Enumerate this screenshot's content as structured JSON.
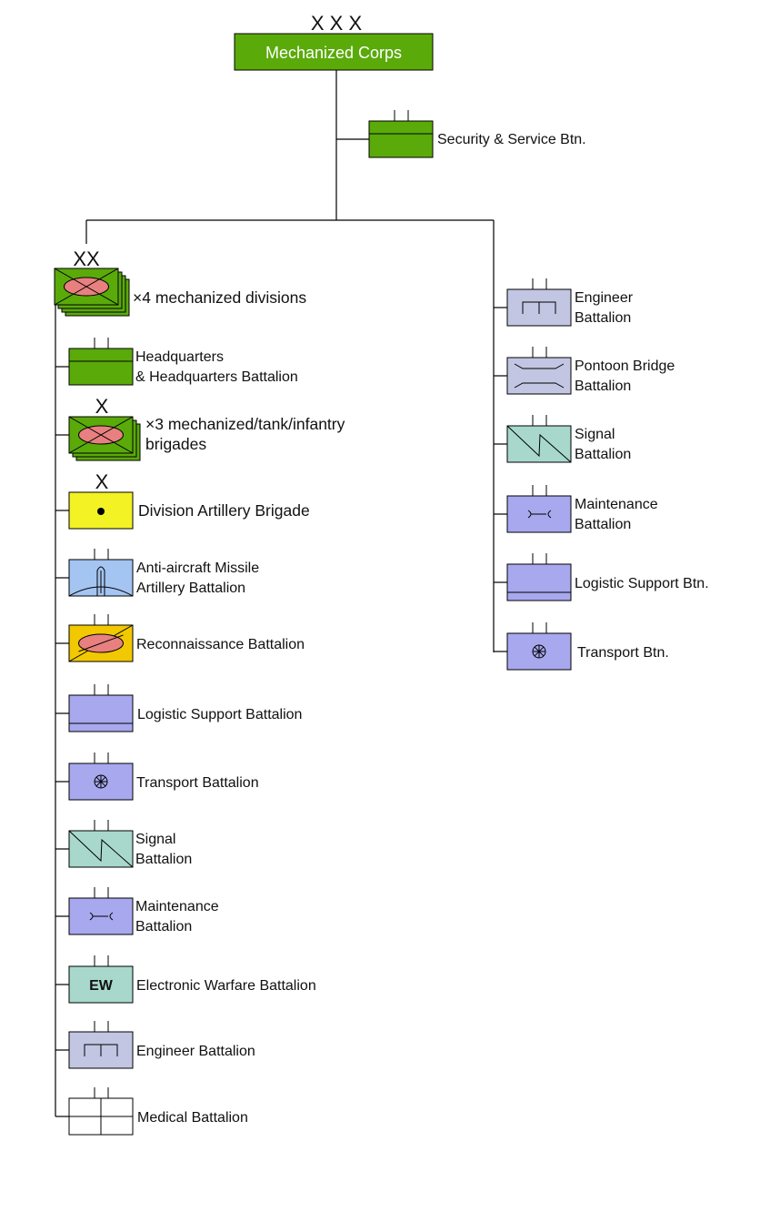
{
  "colors": {
    "infantry_green": "#5aaa0a",
    "logistics_lavender": "#a8a8ee",
    "engineer_grey_blue": "#c2c6e2",
    "signal_teal": "#a8d8cc",
    "artillery_yellow": "#f2f224",
    "air_defense_blue": "#a4c4f2",
    "recon_gold": "#f2c800",
    "armor_pink": "#e88080"
  },
  "corps": {
    "echelon": "X X X",
    "label": "Mechanized Corps"
  },
  "security": {
    "label": "Security & Service Btn.",
    "symbol": "headquarters"
  },
  "division": {
    "echelon": "XX",
    "label": "×4 mechanized divisions"
  },
  "left_units": [
    {
      "lines": [
        "Headquarters",
        "& Headquarters Battalion"
      ],
      "symbol": "headquarters"
    },
    {
      "echelon": "X",
      "lines": [
        "×3 mechanized/tank/infantry",
        "brigades"
      ],
      "symbol": "mech-brigade"
    },
    {
      "echelon": "X",
      "lines": [
        "Division Artillery Brigade"
      ],
      "symbol": "artillery"
    },
    {
      "lines": [
        "Anti-aircraft Missile",
        "Artillery Battalion"
      ],
      "symbol": "air-defense-missile"
    },
    {
      "lines": [
        "Reconnaissance Battalion"
      ],
      "symbol": "reconnaissance"
    },
    {
      "lines": [
        "Logistic Support Battalion"
      ],
      "symbol": "logistic"
    },
    {
      "lines": [
        "Transport Battalion"
      ],
      "symbol": "transport"
    },
    {
      "lines": [
        "Signal",
        "Battalion"
      ],
      "symbol": "signal"
    },
    {
      "lines": [
        "Maintenance",
        "Battalion"
      ],
      "symbol": "maintenance"
    },
    {
      "lines": [
        "Electronic Warfare Battalion"
      ],
      "symbol": "electronic-warfare",
      "symbol_text": "EW"
    },
    {
      "lines": [
        "Engineer  Battalion"
      ],
      "symbol": "engineer"
    },
    {
      "lines": [
        "Medical Battalion"
      ],
      "symbol": "medical"
    }
  ],
  "right_units": [
    {
      "lines": [
        "Engineer",
        "Battalion"
      ],
      "symbol": "engineer"
    },
    {
      "lines": [
        "Pontoon Bridge",
        "Battalion"
      ],
      "symbol": "pontoon-bridge"
    },
    {
      "lines": [
        "Signal",
        "Battalion"
      ],
      "symbol": "signal"
    },
    {
      "lines": [
        "Maintenance",
        "Battalion"
      ],
      "symbol": "maintenance"
    },
    {
      "lines": [
        "Logistic Support Btn."
      ],
      "symbol": "logistic"
    },
    {
      "lines": [
        "Transport Btn."
      ],
      "symbol": "transport"
    }
  ]
}
